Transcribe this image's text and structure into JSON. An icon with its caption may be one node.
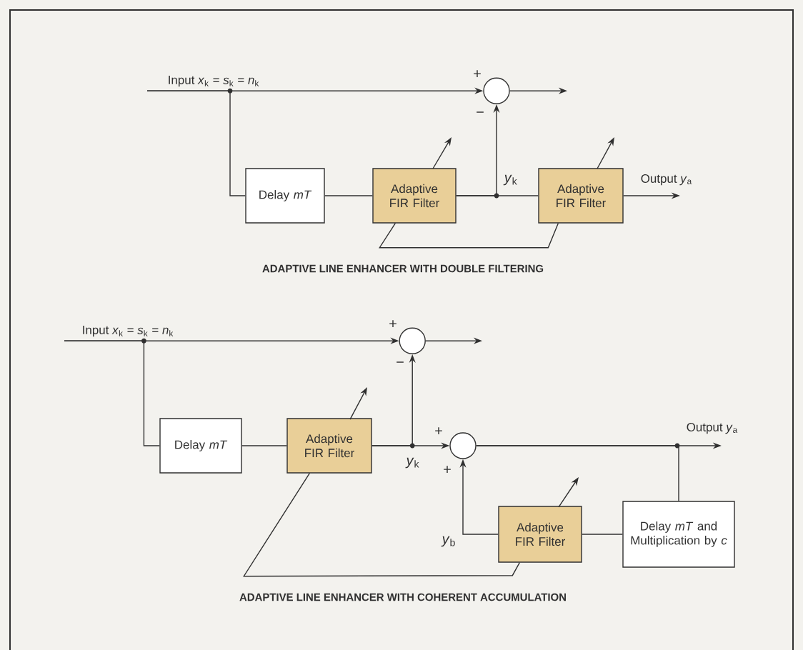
{
  "diagram": {
    "nodes": [
      {
        "text": [
          "Input *x*$_{k}$ = *s*$_{k}$ = *n*$_{k}$"
        ]
      },
      {
        "text": [],
        "shape": "circle"
      },
      {
        "text": [
          "Delay *mT*"
        ]
      },
      {
        "text": [
          "Adaptive FIR Filter"
        ]
      },
      {
        "text": [
          "Adaptive FIR Filter"
        ]
      },
      {
        "text": [
          "Output *y*$_{a}$"
        ]
      },
      {
        "text": [
          "Input *x*$_{k}$ = *s*$_{k}$ = *n*$_{k}$"
        ]
      },
      {
        "text": [],
        "shape": "circle"
      },
      {
        "text": [
          "Delay *mT*"
        ]
      },
      {
        "text": [
          "Adaptive FIR Filter"
        ]
      },
      {
        "text": [],
        "shape": "circle"
      },
      {
        "text": [
          "Output *y*$_{a}$"
        ]
      },
      {
        "text": [
          "Delay *mT* and Multiplication by *c*"
        ]
      },
      {
        "text": [
          "Adaptive FIR Filter"
        ]
      }
    ],
    "edges": [
      {
        "from": 0,
        "to": 1,
        "arrow": "to"
      },
      {
        "from": 0,
        "to": 2,
        "arrow": "none"
      },
      {
        "from": 2,
        "to": 3,
        "arrow": "none"
      },
      {
        "from": 3,
        "to": 1,
        "arrow": "to"
      },
      {
        "from": 3,
        "to": 4,
        "arrow": "none"
      },
      {
        "from": 1,
        "to": null,
        "arrow": "to"
      },
      {
        "from": 4,
        "to": 5,
        "arrow": "to"
      },
      {
        "from": 3,
        "to": 4,
        "arrow": "none"
      },
      {
        "from": 6,
        "to": 7,
        "arrow": "to"
      },
      {
        "from": 6,
        "to": 8,
        "arrow": "none"
      },
      {
        "from": 8,
        "to": 9,
        "arrow": "none"
      },
      {
        "from": 9,
        "to": 7,
        "arrow": "to"
      },
      {
        "from": 9,
        "to": 10,
        "arrow": "to"
      },
      {
        "from": 7,
        "to": null,
        "arrow": "to"
      },
      {
        "from": 10,
        "to": 11,
        "arrow": "to"
      },
      {
        "from": 10,
        "to": 12,
        "arrow": "none"
      },
      {
        "from": 12,
        "to": 13,
        "arrow": "none"
      },
      {
        "from": 13,
        "to": 10,
        "arrow": "to"
      },
      {
        "from": 9,
        "to": 13,
        "arrow": "none"
      }
    ],
    "labels": [
      "+",
      "−",
      "*y*$_{k}$",
      "ADAPTIVE LINE ENHANCER WITH DOUBLE FILTERING",
      "+",
      "−",
      "+",
      "*y*$_{k}$",
      "+",
      "*y*$_{b}$",
      "ADAPTIVE LINE ENHANCER WITH COHERENT ACCUMULATION"
    ]
  }
}
